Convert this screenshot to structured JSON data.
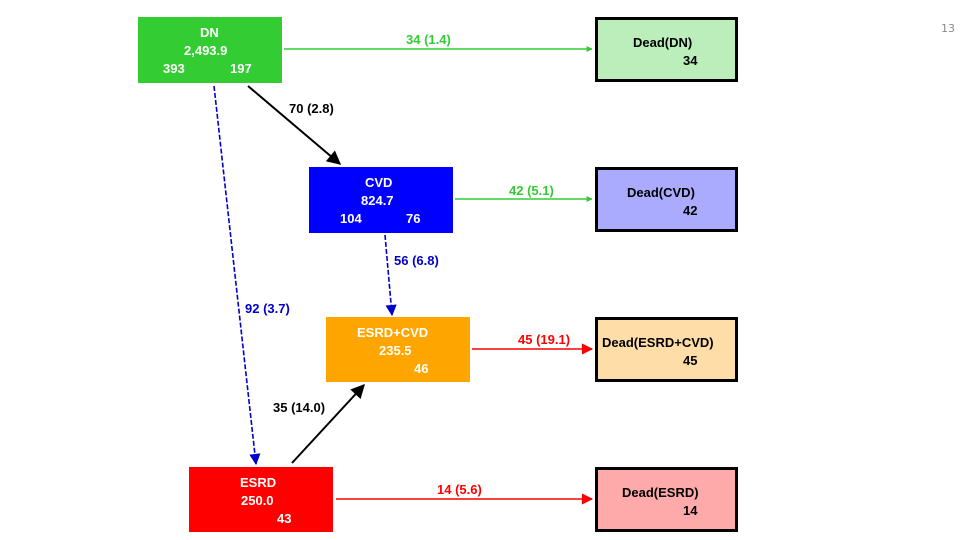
{
  "slide_number": "13",
  "states": {
    "dn": {
      "name": "DN",
      "total": "2,493.9",
      "left_count": "393",
      "right_count": "197",
      "color": "#33cc33"
    },
    "cvd": {
      "name": "CVD",
      "total": "824.7",
      "left_count": "104",
      "right_count": "76",
      "color": "#0000ff"
    },
    "esrd_cvd": {
      "name": "ESRD+CVD",
      "total": "235.5",
      "right_count": "46",
      "color": "#ffa500"
    },
    "esrd": {
      "name": "ESRD",
      "total": "250.0",
      "right_count": "43",
      "color": "#ff0000"
    }
  },
  "dead_states": {
    "dn": {
      "name": "Dead(DN)",
      "count": "34",
      "color": "#bbeebb"
    },
    "cvd": {
      "name": "Dead(CVD)",
      "count": "42",
      "color": "#aaaaff"
    },
    "esrd_cvd": {
      "name": "Dead(ESRD+CVD)",
      "count": "45",
      "color": "#ffdda8"
    },
    "esrd": {
      "name": "Dead(ESRD)",
      "count": "14",
      "color": "#ffaaaa"
    }
  },
  "transitions": {
    "dn_to_dead": {
      "label": "34 (1.4)",
      "color": "#33cc33"
    },
    "dn_to_cvd": {
      "label": "70 (2.8)",
      "color": "#000000"
    },
    "cvd_to_dead": {
      "label": "42 (5.1)",
      "color": "#33cc33"
    },
    "cvd_to_esrd_cvd": {
      "label": "56 (6.8)",
      "color": "#0000cc"
    },
    "dn_to_esrd": {
      "label": "92 (3.7)",
      "color": "#0000cc"
    },
    "esrd_cvd_to_dead": {
      "label": "45 (19.1)",
      "color": "#ff0000"
    },
    "esrd_to_esrd_cvd": {
      "label": "35 (14.0)",
      "color": "#000000"
    },
    "esrd_to_dead": {
      "label": "14 (5.6)",
      "color": "#ff0000"
    }
  }
}
